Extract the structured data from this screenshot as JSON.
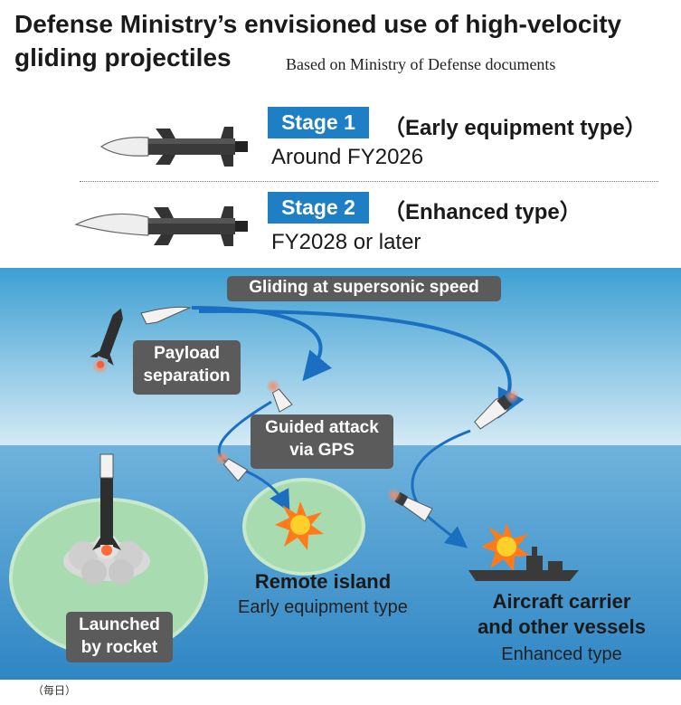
{
  "title": {
    "line1": "Defense Ministry’s envisioned use of high-velocity",
    "line2": "gliding projectiles"
  },
  "source": "Based on Ministry of Defense documents",
  "stages": [
    {
      "label": "Stage 1",
      "type": "（Early equipment type）",
      "time": "Around FY2026"
    },
    {
      "label": "Stage 2",
      "type": "（Enhanced type）",
      "time": "FY2028 or later"
    }
  ],
  "scene": {
    "gliding": "Gliding at supersonic speed",
    "payload_line1": "Payload",
    "payload_line2": "separation",
    "guided_line1": "Guided attack",
    "guided_line2": "via GPS",
    "launched_line1": "Launched",
    "launched_line2": "by rocket",
    "island_title": "Remote island",
    "island_sub": "Early equipment type",
    "carrier_title_line1": "Aircraft carrier",
    "carrier_title_line2": "and other vessels",
    "carrier_sub": "Enhanced type"
  },
  "credit": "（毎日）",
  "colors": {
    "stage_box": "#1f7fc4",
    "sky_top": "#3d9fd2",
    "sea": "#3b8ec7",
    "island": "#a8dcb0",
    "arrow": "#1a6fc0",
    "label_bg": "#5b5b5b"
  }
}
